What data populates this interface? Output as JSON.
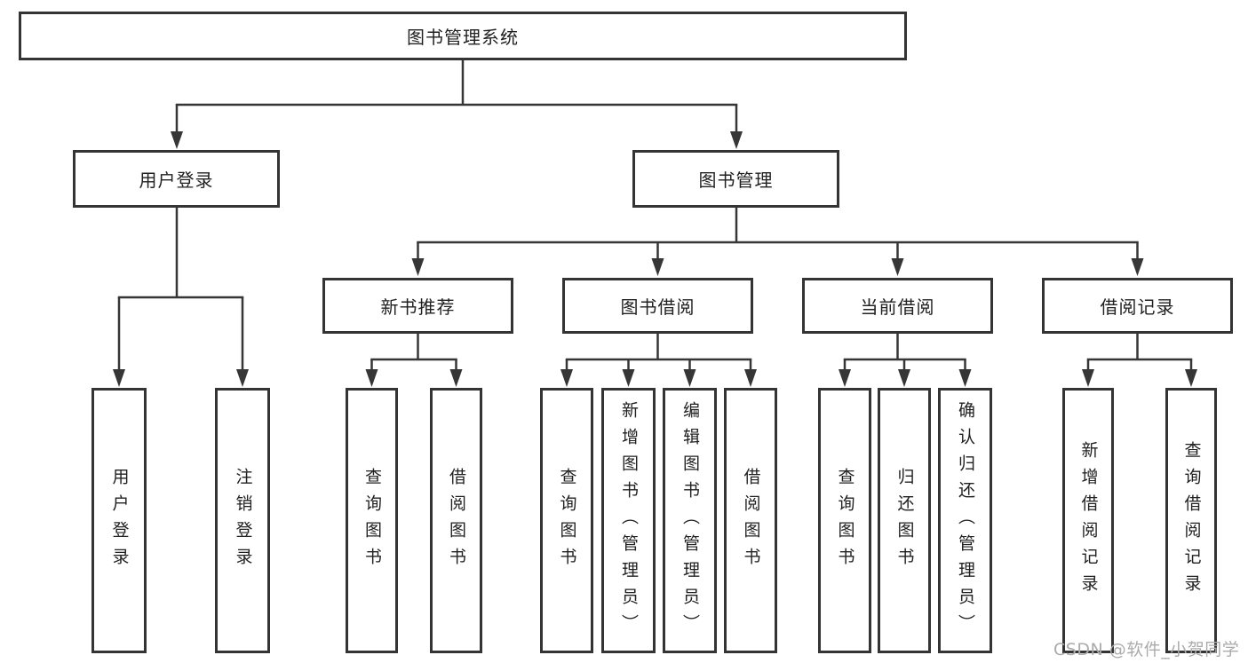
{
  "root": {
    "label": "图书管理系统"
  },
  "level2": [
    {
      "id": "user-login",
      "label": "用户登录"
    },
    {
      "id": "book-management",
      "label": "图书管理"
    }
  ],
  "level3": [
    {
      "id": "new-book-recommendation",
      "label": "新书推荐",
      "parent": "图书管理"
    },
    {
      "id": "book-borrowing",
      "label": "图书借阅",
      "parent": "图书管理"
    },
    {
      "id": "current-borrowing",
      "label": "当前借阅",
      "parent": "图书管理"
    },
    {
      "id": "borrowing-records",
      "label": "借阅记录",
      "parent": "图书管理"
    }
  ],
  "leaves": [
    {
      "label": "用户登录",
      "parent": "用户登录"
    },
    {
      "label": "注销登录",
      "parent": "用户登录"
    },
    {
      "label": "查询图书",
      "parent": "新书推荐"
    },
    {
      "label": "借阅图书",
      "parent": "新书推荐"
    },
    {
      "label": "查询图书",
      "parent": "图书借阅"
    },
    {
      "label": "新增图书（管理员）",
      "parent": "图书借阅"
    },
    {
      "label": "编辑图书（管理员）",
      "parent": "图书借阅"
    },
    {
      "label": "借阅图书",
      "parent": "图书借阅"
    },
    {
      "label": "查询图书",
      "parent": "当前借阅"
    },
    {
      "label": "归还图书",
      "parent": "当前借阅"
    },
    {
      "label": "确认归还（管理员）",
      "parent": "当前借阅"
    },
    {
      "label": "新增借阅记录",
      "parent": "借阅记录"
    },
    {
      "label": "查询借阅记录",
      "parent": "借阅记录"
    }
  ],
  "watermark": {
    "text": "CSDN @软件_小贺同学"
  },
  "colors": {
    "background": "#ffffff",
    "line": "#363636",
    "box_border": "#343434",
    "box_fill": "#ffffff",
    "text": "#212121",
    "watermark": "#ababab"
  }
}
